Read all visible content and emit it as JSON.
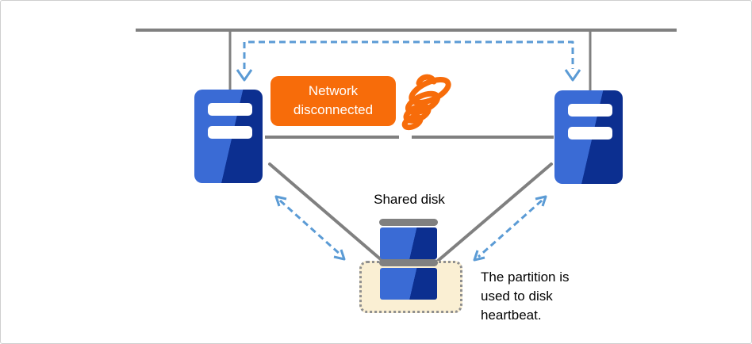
{
  "diagram": {
    "network_badge": {
      "label": "Network disconnected"
    },
    "shared_disk": {
      "label": "Shared disk"
    },
    "partition_note": {
      "text": "The partition is used to disk heartbeat."
    },
    "icons": [
      "server-icon-left",
      "server-icon-right",
      "shared-disk-icon",
      "disconnect-coil-icon",
      "failover-dashed-arrow",
      "heartbeat-arrow-left",
      "heartbeat-arrow-right"
    ],
    "colors": {
      "line_gray": "#808080",
      "arrow_blue": "#5B9BD5",
      "badge_orange": "#F76C0A",
      "server_blue_light": "#3A6BD5",
      "server_blue_dark": "#0C2F90",
      "partition_beige": "#FAEFD3",
      "canvas_border": "#CFCFCF"
    }
  }
}
